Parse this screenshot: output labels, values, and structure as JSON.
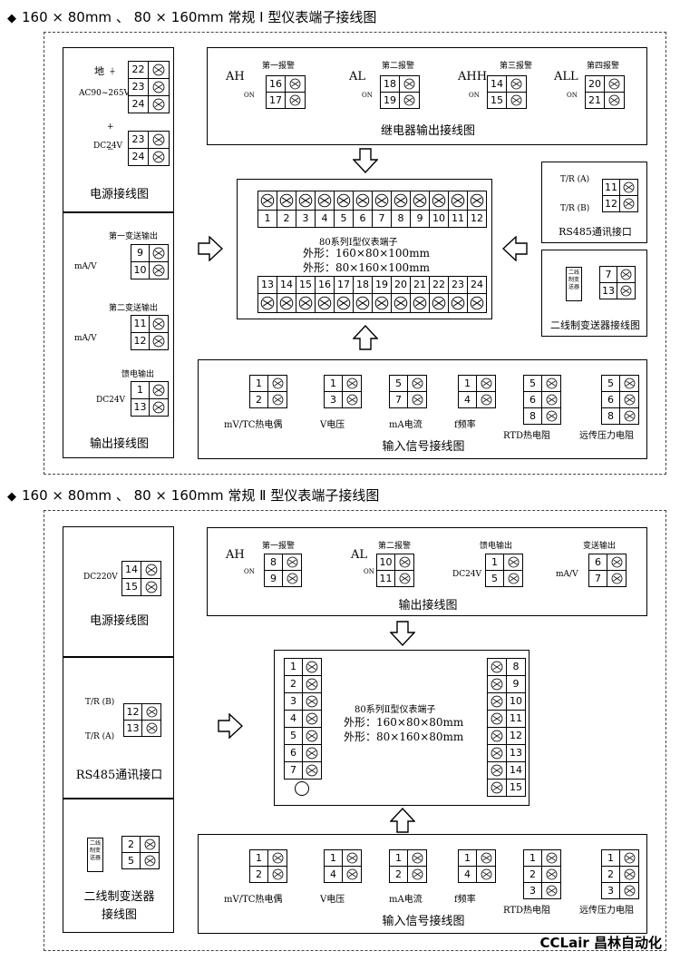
{
  "sec1": {
    "heading": "160 × 80mm 、 80 × 160mm 常规 Ⅰ 型仪表端子接线图",
    "power": {
      "title": "电源接线图",
      "ground": "地",
      "ac": "AC90~265V",
      "dc": "DC24V",
      "dc_plus": "+",
      "dc_minus": "−"
    },
    "output": {
      "title": "输出接线图",
      "out1": "第一变送输出",
      "out2": "第二变送输出",
      "feed": "馈电输出",
      "unit": "mA/V",
      "unit_dc": "DC24V"
    },
    "relay": {
      "title": "继电器输出接线图",
      "alarms": [
        {
          "code": "AH",
          "name": "第一报警",
          "on": "ON"
        },
        {
          "code": "AL",
          "name": "第二报警",
          "on": "ON"
        },
        {
          "code": "AHH",
          "name": "第三报警",
          "on": "ON"
        },
        {
          "code": "ALL",
          "name": "第四报警",
          "on": "ON"
        }
      ]
    },
    "rs485": {
      "title": "RS485通讯接口",
      "a": "T/R (A)",
      "b": "T/R (B)"
    },
    "twowire": {
      "title": "二线制变送器接线图",
      "device": "二线制变送器"
    },
    "center": {
      "title": "80系列Ⅰ型仪表端子",
      "dim1": "外形：160×80×100mm",
      "dim2": "外形：80×160×100mm"
    },
    "input": {
      "title": "输入信号接线图",
      "labels": [
        "mV/TC热电偶",
        "V电压",
        "mA电流",
        "f频率",
        "RTD热电阻",
        "远传压力电阻"
      ]
    }
  },
  "sec2": {
    "heading": "160 × 80mm 、 80 × 160mm 常规 Ⅱ 型仪表端子接线图",
    "power": {
      "title": "电源接线图",
      "ac": "DC220V"
    },
    "rs485": {
      "title": "RS485通讯接口",
      "b": "T/R (B)",
      "a": "T/R (A)"
    },
    "twowire": {
      "title1": "二线制变送器",
      "title2": "接线图",
      "device": "二线制变送器"
    },
    "output": {
      "title": "输出接线图",
      "a1": "第一报警",
      "a2": "第二报警",
      "feed": "馈电输出",
      "trans": "变送输出",
      "ah": "AH",
      "al": "AL",
      "on": "ON",
      "dc24": "DC24V",
      "mav": "mA/V"
    },
    "center": {
      "title": "80系列Ⅱ型仪表端子",
      "dim1": "外形：160×80×80mm",
      "dim2": "外形：80×160×80mm"
    },
    "input": {
      "title": "输入信号接线图",
      "labels": [
        "mV/TC热电偶",
        "V电压",
        "mA电流",
        "f频率",
        "RTD热电阻",
        "远传压力电阻"
      ]
    }
  },
  "brand": "CCLair 昌林自动化"
}
